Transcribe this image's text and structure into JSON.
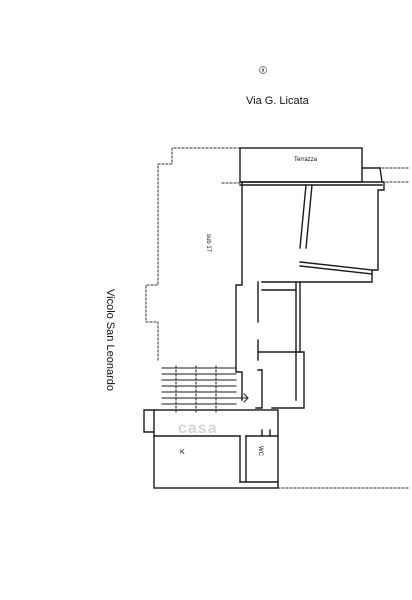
{
  "labels": {
    "street_top": "Via G. Licata",
    "street_side": "Vicolo San Leonardo",
    "terrace": "Terrazza",
    "sub": "sub 17",
    "kitchen": "K",
    "wc": "WC",
    "watermark": "casa"
  },
  "colors": {
    "wall": "#1a1a1a",
    "dotted": "#333333",
    "watermark": "#bbbbbb"
  },
  "icons": {
    "logo": "compass-logo-icon"
  }
}
